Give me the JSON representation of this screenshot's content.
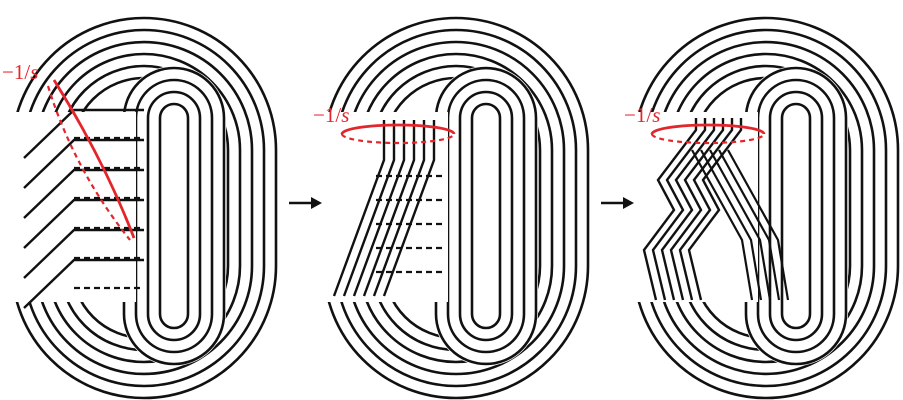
{
  "colors": {
    "ink": "#111111",
    "accent": "#e3262c",
    "background": "#ffffff"
  },
  "diagram": {
    "panels": [
      {
        "label_prefix": "−1/",
        "label_var": "s",
        "curve": "tilted-ellipse"
      },
      {
        "label_prefix": "−1/",
        "label_var": "s",
        "curve": "flat-ellipse"
      },
      {
        "label_prefix": "−1/",
        "label_var": "s",
        "curve": "flat-ellipse"
      }
    ],
    "arrows": [
      {
        "direction": "right"
      },
      {
        "direction": "right"
      }
    ]
  }
}
